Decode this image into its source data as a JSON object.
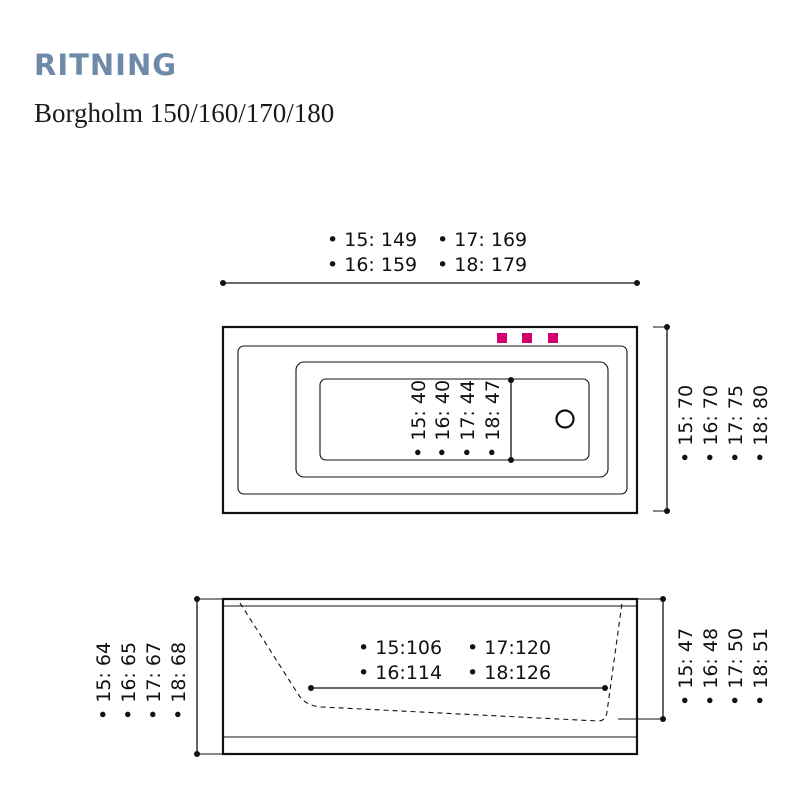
{
  "header": {
    "title": "RITNING",
    "subtitle": "Borgholm 150/160/170/180"
  },
  "colors": {
    "accent_title": "#6f8aa8",
    "marker": "#d4006e",
    "line": "#111111"
  },
  "top_view": {
    "length_labels": [
      "• 15: 149",
      "• 17: 169",
      "• 16: 159",
      "• 18: 179"
    ],
    "width_labels": [
      "• 15: 70",
      "• 16: 70",
      "• 17: 75",
      "• 18: 80"
    ],
    "inner_width_labels": [
      "• 15: 40",
      "• 16: 40",
      "• 17: 44",
      "• 18: 47"
    ]
  },
  "side_view": {
    "height_labels": [
      "• 15: 64",
      "• 16: 65",
      "• 17: 67",
      "• 18: 68"
    ],
    "bottom_length_labels": [
      "• 15:106",
      "• 17:120",
      "• 16:114",
      "• 18:126"
    ],
    "depth_labels": [
      "• 15: 47",
      "• 16: 48",
      "• 17: 50",
      "• 18: 51"
    ]
  }
}
